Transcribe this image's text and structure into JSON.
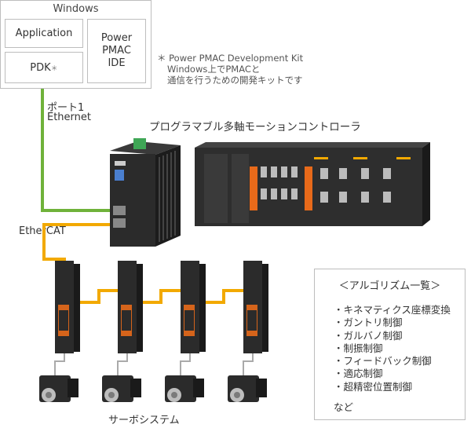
{
  "windows": {
    "title": "Windows",
    "application": "Application",
    "pdk": "PDK",
    "pdk_mark": "＊",
    "ide_line1": "Power",
    "ide_line2": "PMAC",
    "ide_line3": "IDE"
  },
  "note": {
    "line1": "＊ Power PMAC Development Kit",
    "line2": "Windows上でPMACと",
    "line3": "通信を行うための開発キットです"
  },
  "connection": {
    "port_label": "ポート1",
    "ethernet_label": "Ethernet",
    "ethercat_label": "EtherCAT"
  },
  "controller": {
    "title": "プログラマブル多軸モーションコントローラ"
  },
  "servo": {
    "label": "サーボシステム"
  },
  "algorithms": {
    "title": "＜アルゴリズム一覧＞",
    "items": [
      "・キネマティクス座標変換",
      "・ガントリ制御",
      "・ガルバノ制御",
      "・制振制御",
      "・フィードバック制御",
      "・適応制御",
      "・超精密位置制御"
    ],
    "tail": "など"
  },
  "colors": {
    "ethernet_line": "#6fb23a",
    "ethercat_line": "#f2a900",
    "device_dark": "#2b2b2b",
    "border": "#bdbdbd"
  }
}
